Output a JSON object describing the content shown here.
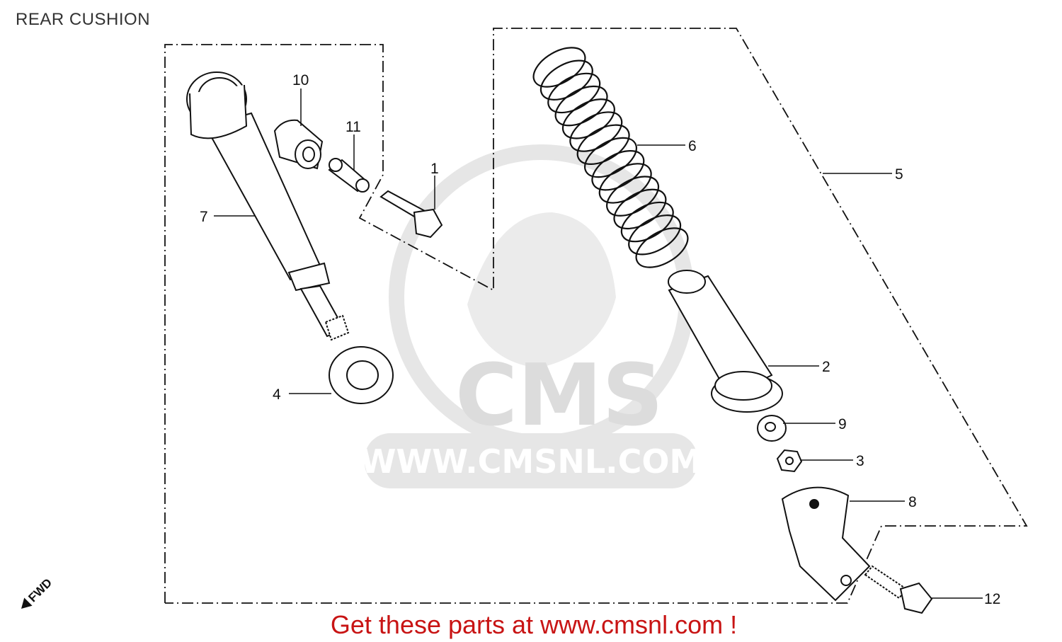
{
  "title": "REAR CUSHION",
  "callouts": {
    "p1": "1",
    "p2": "2",
    "p3": "3",
    "p4": "4",
    "p5": "5",
    "p6": "6",
    "p7": "7",
    "p8": "8",
    "p9": "9",
    "p10": "10",
    "p11": "11",
    "p12": "12"
  },
  "fwd_marker": "FWD",
  "watermark": {
    "brand": "CMS",
    "url": "WWW.CMSNL.COM"
  },
  "footer": "Get these parts at www.cmsnl.com !",
  "colors": {
    "footer": "#c81414",
    "line": "#111111",
    "watermark": "#e2e2e2"
  }
}
